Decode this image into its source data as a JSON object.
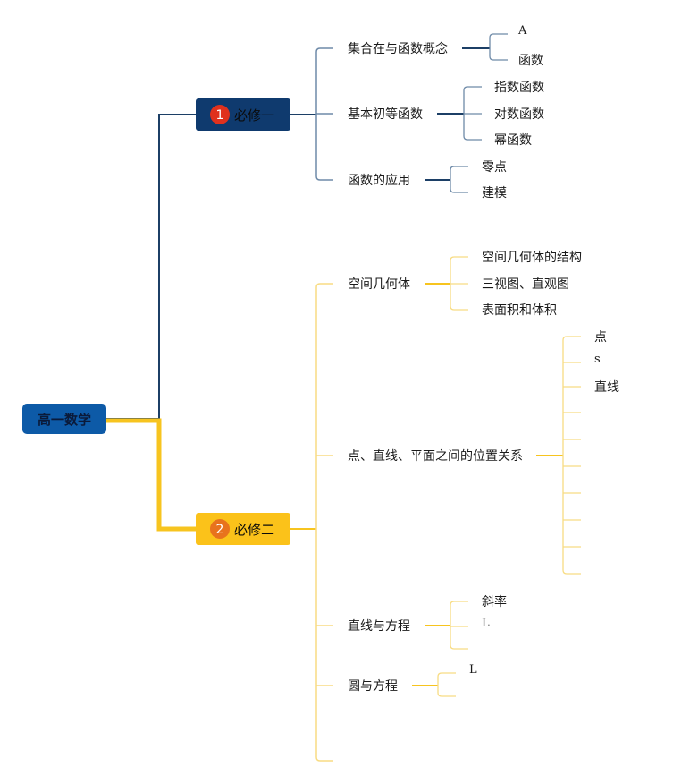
{
  "root": {
    "label": "高一数学"
  },
  "colors": {
    "root_fill": "#0d5aa7",
    "branch1_fill": "#0f3a6e",
    "branch1_line": "#1c3f66",
    "branch1_badge": "#e0311d",
    "branch2_fill": "#fbc21a",
    "branch2_line": "#f7c41f",
    "branch2_badge": "#e8731d",
    "sub1_line": "#6e8aa8",
    "sub2_line": "#f8dc83"
  },
  "branches": [
    {
      "badge": "1",
      "label": "必修一",
      "topics": [
        {
          "label": "集合在与函数概念",
          "children": [
            "A",
            "函数"
          ]
        },
        {
          "label": "基本初等函数",
          "children": [
            "指数函数",
            "对数函数",
            "幂函数"
          ]
        },
        {
          "label": "函数的应用",
          "children": [
            "零点",
            "建模"
          ]
        }
      ]
    },
    {
      "badge": "2",
      "label": "必修二",
      "topics": [
        {
          "label": "空间几何体",
          "children": [
            "空间几何体的结构",
            "三视图、直观图",
            "表面积和体积"
          ]
        },
        {
          "label": "点、直线、平面之间的位置关系",
          "children": [
            "点",
            "s",
            "直线",
            "",
            "",
            "",
            "",
            "",
            "",
            ""
          ]
        },
        {
          "label": "直线与方程",
          "children": [
            "斜率",
            "L",
            ""
          ]
        },
        {
          "label": "圆与方程",
          "children": [
            "L",
            ""
          ]
        },
        {
          "label": "",
          "children": []
        }
      ]
    }
  ]
}
